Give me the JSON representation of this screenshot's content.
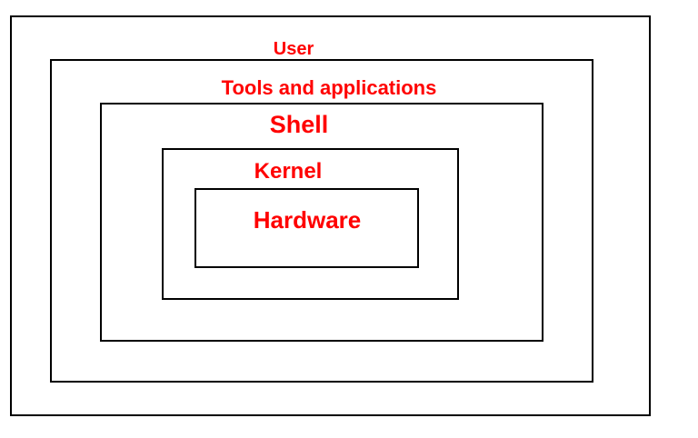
{
  "diagram": {
    "type": "nested-layers",
    "colors": {
      "label_text": "#ff0000",
      "box_border": "#000000",
      "background": "#ffffff"
    },
    "layers": [
      {
        "label": "User"
      },
      {
        "label": "Tools and applications"
      },
      {
        "label": "Shell"
      },
      {
        "label": "Kernel"
      },
      {
        "label": "Hardware"
      }
    ]
  }
}
